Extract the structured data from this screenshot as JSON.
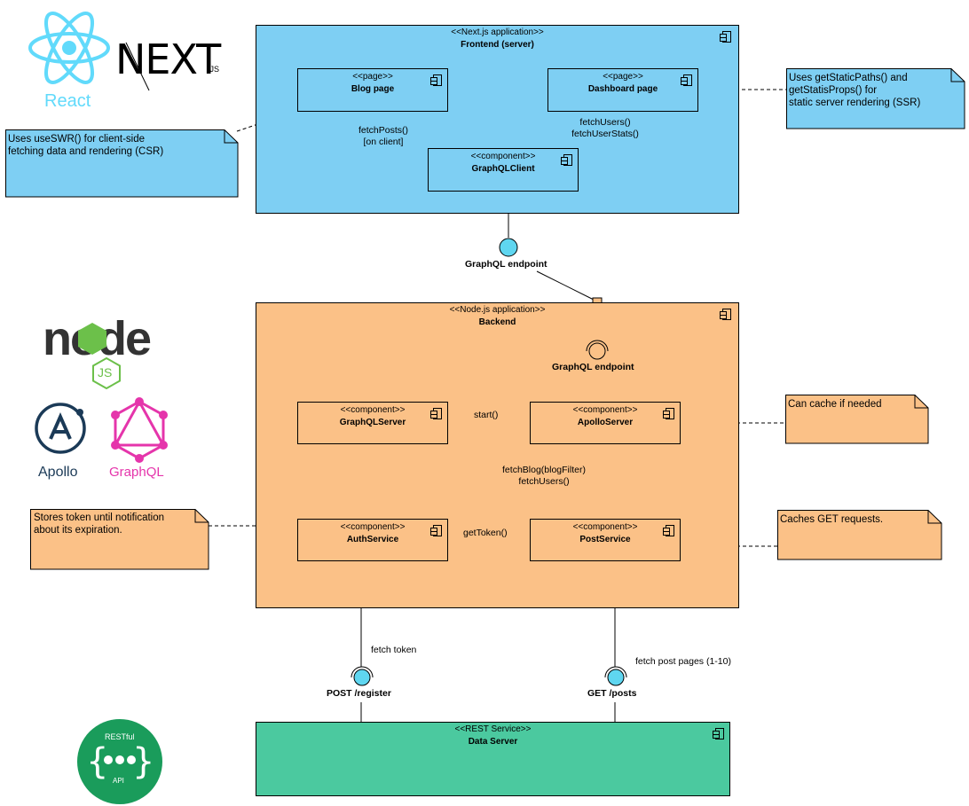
{
  "frontend": {
    "stereotype": "<<Next.js application>>",
    "name": "Frontend (server)",
    "fill": "#7ecff3"
  },
  "backend": {
    "stereotype": "<<Node.js application>>",
    "name": "Backend",
    "fill": "#fbc187"
  },
  "dataserver": {
    "stereotype": "<<REST Service>>",
    "name": "Data Server",
    "fill": "#4bc99f"
  },
  "components": {
    "blog_page": {
      "stereotype": "<<page>>",
      "name": "Blog page"
    },
    "dashboard_page": {
      "stereotype": "<<page>>",
      "name": "Dashboard page"
    },
    "graphql_client": {
      "stereotype": "<<component>>",
      "name": "GraphQLClient"
    },
    "graphql_server": {
      "stereotype": "<<component>>",
      "name": "GraphQLServer"
    },
    "apollo_server": {
      "stereotype": "<<component>>",
      "name": "ApolloServer"
    },
    "auth_service": {
      "stereotype": "<<component>>",
      "name": "AuthService"
    },
    "post_service": {
      "stereotype": "<<component>>",
      "name": "PostService"
    }
  },
  "notes": {
    "csr": "Uses useSWR() for client-side\nfetching data and rendering (CSR)",
    "ssr": "Uses getStaticPaths() and\ngetStatisProps() for\nstatic server rendering (SSR)",
    "cache": "Can cache if needed",
    "token": "Stores token until notification\nabout its expiration.",
    "get_cache": "Caches GET requests."
  },
  "edge_labels": {
    "fetch_posts": "fetchPosts()\n[on client]",
    "fetch_users": "fetchUsers()\nfetchUserStats()",
    "start": "start()",
    "fetch_blog": "fetchBlog(blogFilter)\nfetchUsers()",
    "get_token": "getToken()",
    "fetch_token": "fetch token",
    "fetch_post_pages": "fetch post pages (1-10)"
  },
  "interfaces": {
    "graphql_endpoint_outer": "GraphQL endpoint",
    "graphql_endpoint_inner": "GraphQL endpoint",
    "post_register": "POST /register",
    "get_posts": "GET /posts"
  },
  "logos": {
    "react": "React",
    "next": "NEXT",
    "next_suffix": ".JS",
    "node": "node",
    "node_js": "JS",
    "apollo": "Apollo",
    "graphql": "GraphQL",
    "restful_top": "RESTful",
    "restful_bottom": "API"
  },
  "colors": {
    "blue_note": "#7ecff3",
    "orange_note": "#fbc187",
    "interface_circle": "#5fd6f0",
    "react_blue": "#61dafb",
    "graphql_pink": "#e535ab",
    "apollo_navy": "#1b3a57",
    "node_green": "#6cc04a",
    "rest_green": "#1a9c5b"
  }
}
